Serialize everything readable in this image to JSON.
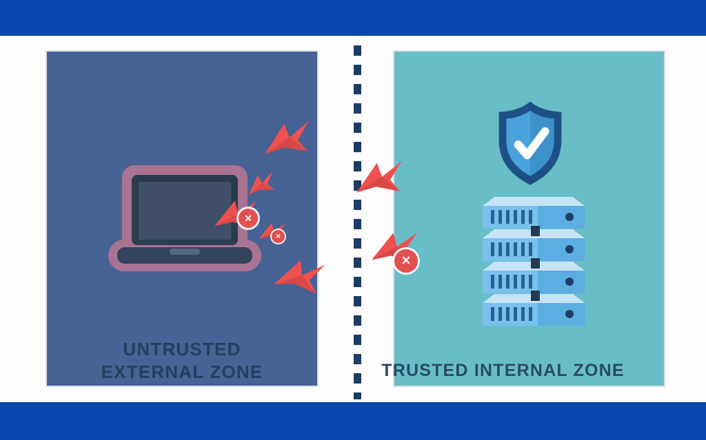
{
  "left_zone": {
    "line1": "UNTRUSTED",
    "line2": "EXTERNAL ZONE"
  },
  "right_zone": {
    "label": "TRUSTED INTERNAL ZONE"
  },
  "badge_glyph": "✕",
  "icons": {
    "laptop": "laptop-icon",
    "shield_check": "shield-check-icon",
    "server_stack": "server-stack-icon",
    "attack_arrow": "attack-arrow-icon",
    "blocked_badge": "blocked-x-badge",
    "firewall_divider": "firewall-dashed-line"
  },
  "colors": {
    "frame_blue": "#0749ae",
    "left_panel_slate": "#476294",
    "right_panel_teal": "#69bdc6",
    "divider_navy": "#1e3c63",
    "label_navy": "#24405f",
    "attack_red": "#ee5150",
    "attack_red_dark": "#d64545",
    "badge_red": "#e25050",
    "laptop_halo_mauve": "#a87492",
    "laptop_body": "#2c3c50",
    "shield_border_navy": "#1d5185",
    "shield_fill_blue": "#4aa2dd",
    "server_blue": "#5bade2",
    "server_top_light": "#c6e4f5"
  }
}
